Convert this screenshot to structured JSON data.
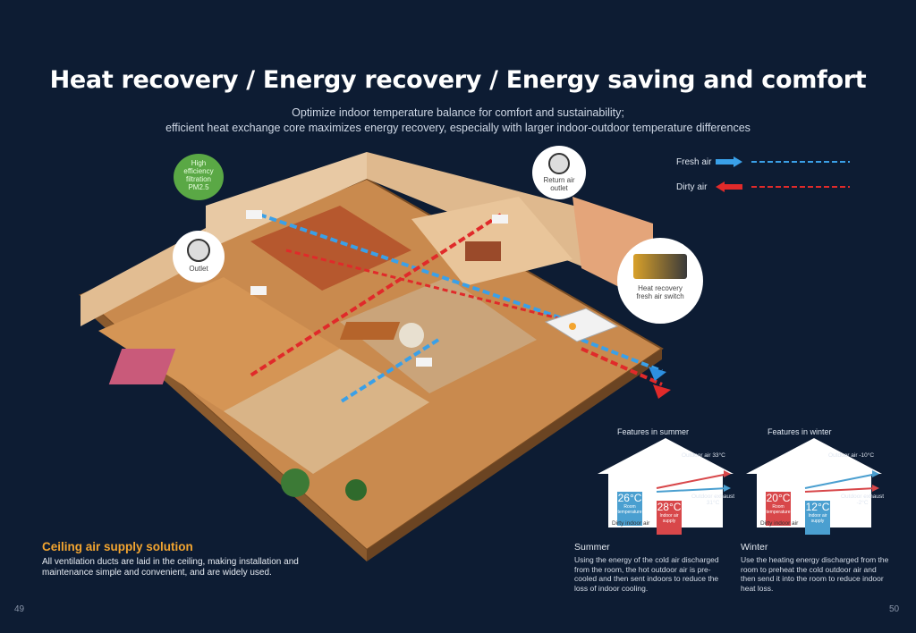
{
  "header": {
    "title": "Heat recovery / Energy recovery / Energy saving and comfort",
    "subtitle_line1": "Optimize indoor temperature balance for comfort and sustainability;",
    "subtitle_line2": "efficient heat exchange core maximizes energy recovery, especially with larger indoor-outdoor temperature differences"
  },
  "legend": {
    "fresh_air": "Fresh air",
    "dirty_air": "Dirty air",
    "fresh_color": "#3aa0e8",
    "dirty_color": "#e02a2a"
  },
  "callouts": {
    "filter_badge": "High efficiency filtration PM2.5",
    "outlet": "Outlet",
    "return_outlet": "Return air outlet",
    "switch": "Heat recovery fresh air switch"
  },
  "summer": {
    "feature_title": "Features in summer",
    "outdoor_air": "Outdoor air 33°C",
    "room_temp": "26°C",
    "room_label": "Room temperature",
    "supply_temp": "28°C",
    "supply_label": "Indoor air supply",
    "outdoor_exhaust": "Outdoor exhaust",
    "exhaust_temp": "31°C",
    "dirty_indoor": "Dirty indoor air",
    "heading": "Summer",
    "text": "Using the energy of the cold air discharged from the room, the hot outdoor air is pre-cooled and then sent indoors to reduce the loss of indoor cooling."
  },
  "winter": {
    "feature_title": "Features in winter",
    "outdoor_air": "Outdoor air -10°C",
    "room_temp": "20°C",
    "room_label": "Room temperature",
    "supply_temp": "12°C",
    "supply_label": "Indoor air supply",
    "outdoor_exhaust": "Outdoor exhaust",
    "exhaust_temp": "-2°C",
    "dirty_indoor": "Dirty indoor air",
    "heading": "Winter",
    "text": "Use the heating energy discharged from the room to preheat the cold outdoor air and then send it into the room to reduce indoor heat loss."
  },
  "section": {
    "heading": "Ceiling air supply solution",
    "text": "All ventilation ducts are laid in the ceiling, making installation and maintenance simple and convenient, and are widely used."
  },
  "pages": {
    "left": "49",
    "right": "50"
  },
  "colors": {
    "background": "#0d1c33",
    "accent": "#f3a530",
    "summer_room": "#4a9fd0",
    "summer_supply": "#d8474a",
    "winter_room": "#d8474a",
    "winter_supply": "#4a9fd0"
  }
}
